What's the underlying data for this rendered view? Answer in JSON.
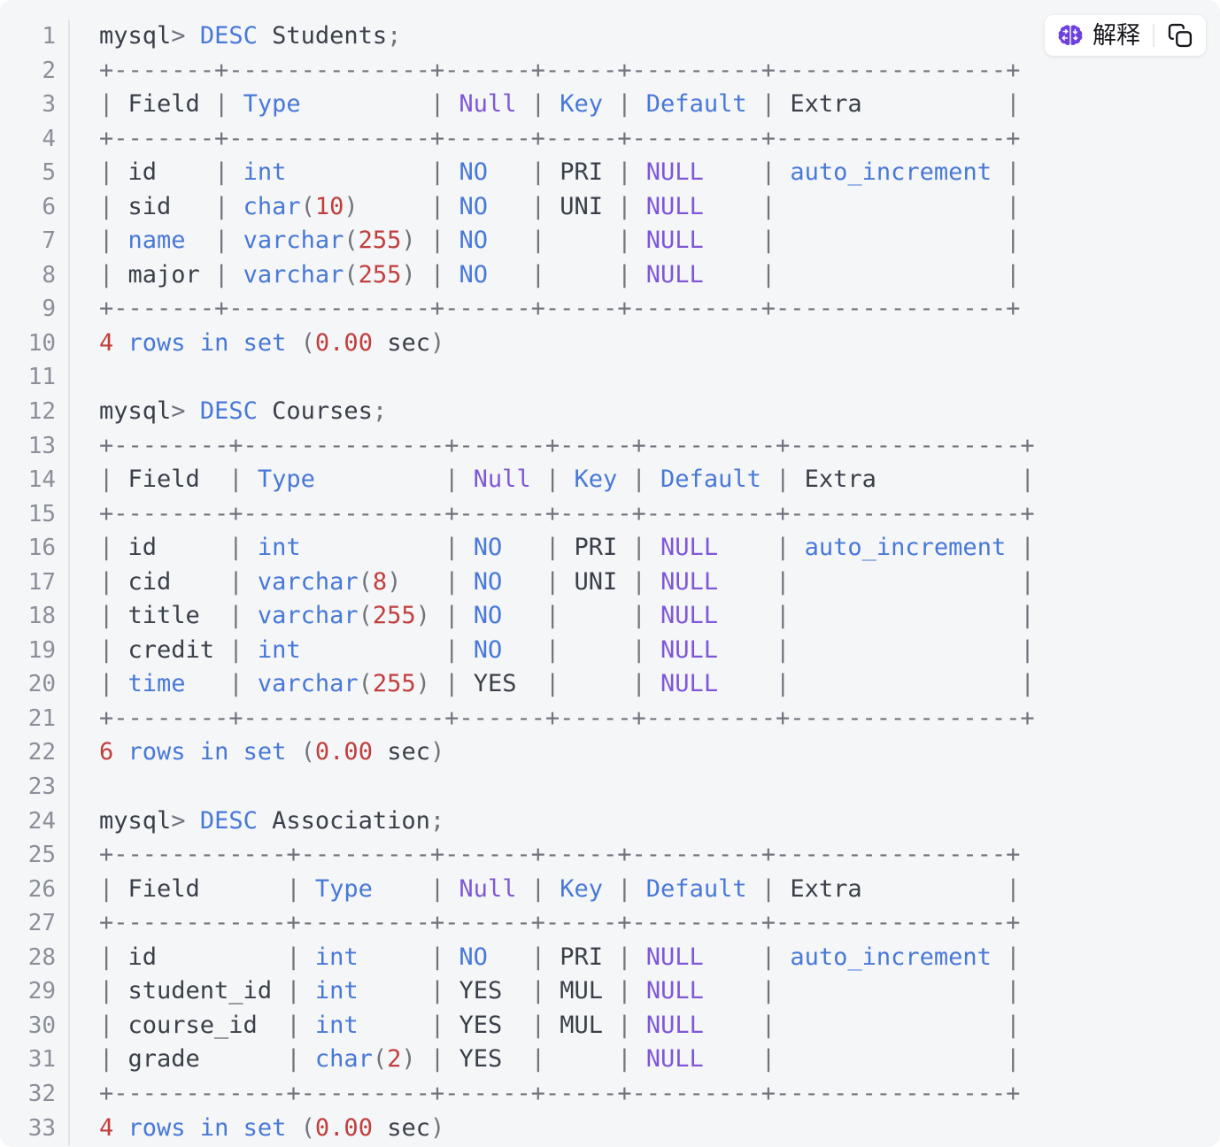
{
  "toolbar": {
    "explain_label": "解释",
    "icons": {
      "left": "brain-icon",
      "right": "copy-icon"
    }
  },
  "colors": {
    "background": "#f5f6f7",
    "line_number": "#8a8f99",
    "gutter_divider": "#e3e4e8",
    "text": "#3a4049",
    "punctuation": "#70757d",
    "keyword": "#4878d8",
    "literal": "#7e57d8",
    "number": "#c13e3e",
    "brain_icon": "#6d40e0",
    "button_text": "#15171c"
  },
  "code": {
    "language": "mysql-console",
    "lines": [
      {
        "n": "1",
        "tokens": [
          [
            "t",
            "mysql"
          ],
          [
            "p",
            ">"
          ],
          [
            "t",
            " "
          ],
          [
            "k",
            "DESC"
          ],
          [
            "t",
            " Students"
          ],
          [
            "p",
            ";"
          ]
        ]
      },
      {
        "n": "2",
        "tokens": [
          [
            "p",
            "+-------+--------------+------+-----+---------+----------------+"
          ]
        ]
      },
      {
        "n": "3",
        "tokens": [
          [
            "p",
            "| "
          ],
          [
            "t",
            "Field"
          ],
          [
            "p",
            " | "
          ],
          [
            "k",
            "Type"
          ],
          [
            "p",
            "         | "
          ],
          [
            "l",
            "Null"
          ],
          [
            "p",
            " | "
          ],
          [
            "k",
            "Key"
          ],
          [
            "p",
            " | "
          ],
          [
            "k",
            "Default"
          ],
          [
            "p",
            " | "
          ],
          [
            "t",
            "Extra"
          ],
          [
            "p",
            "          |"
          ]
        ]
      },
      {
        "n": "4",
        "tokens": [
          [
            "p",
            "+-------+--------------+------+-----+---------+----------------+"
          ]
        ]
      },
      {
        "n": "5",
        "tokens": [
          [
            "p",
            "| "
          ],
          [
            "t",
            "id"
          ],
          [
            "p",
            "    | "
          ],
          [
            "k",
            "int"
          ],
          [
            "p",
            "          | "
          ],
          [
            "k",
            "NO"
          ],
          [
            "p",
            "   | "
          ],
          [
            "t",
            "PRI"
          ],
          [
            "p",
            " | "
          ],
          [
            "l",
            "NULL"
          ],
          [
            "p",
            "    | "
          ],
          [
            "k",
            "auto_increment"
          ],
          [
            "p",
            " |"
          ]
        ]
      },
      {
        "n": "6",
        "tokens": [
          [
            "p",
            "| "
          ],
          [
            "t",
            "sid"
          ],
          [
            "p",
            "   | "
          ],
          [
            "k",
            "char"
          ],
          [
            "p",
            "("
          ],
          [
            "n",
            "10"
          ],
          [
            "p",
            ")     | "
          ],
          [
            "k",
            "NO"
          ],
          [
            "p",
            "   | "
          ],
          [
            "t",
            "UNI"
          ],
          [
            "p",
            " | "
          ],
          [
            "l",
            "NULL"
          ],
          [
            "p",
            "    |                |"
          ]
        ]
      },
      {
        "n": "7",
        "tokens": [
          [
            "p",
            "| "
          ],
          [
            "k",
            "name"
          ],
          [
            "p",
            "  | "
          ],
          [
            "k",
            "varchar"
          ],
          [
            "p",
            "("
          ],
          [
            "n",
            "255"
          ],
          [
            "p",
            ") | "
          ],
          [
            "k",
            "NO"
          ],
          [
            "p",
            "   |     | "
          ],
          [
            "l",
            "NULL"
          ],
          [
            "p",
            "    |                |"
          ]
        ]
      },
      {
        "n": "8",
        "tokens": [
          [
            "p",
            "| "
          ],
          [
            "t",
            "major"
          ],
          [
            "p",
            " | "
          ],
          [
            "k",
            "varchar"
          ],
          [
            "p",
            "("
          ],
          [
            "n",
            "255"
          ],
          [
            "p",
            ") | "
          ],
          [
            "k",
            "NO"
          ],
          [
            "p",
            "   |     | "
          ],
          [
            "l",
            "NULL"
          ],
          [
            "p",
            "    |                |"
          ]
        ]
      },
      {
        "n": "9",
        "tokens": [
          [
            "p",
            "+-------+--------------+------+-----+---------+----------------+"
          ]
        ]
      },
      {
        "n": "10",
        "tokens": [
          [
            "n",
            "4"
          ],
          [
            "t",
            " "
          ],
          [
            "k",
            "rows"
          ],
          [
            "t",
            " "
          ],
          [
            "k",
            "in"
          ],
          [
            "t",
            " "
          ],
          [
            "k",
            "set"
          ],
          [
            "t",
            " "
          ],
          [
            "p",
            "("
          ],
          [
            "n",
            "0.00"
          ],
          [
            "t",
            " sec"
          ],
          [
            "p",
            ")"
          ]
        ]
      },
      {
        "n": "11",
        "tokens": []
      },
      {
        "n": "12",
        "tokens": [
          [
            "t",
            "mysql"
          ],
          [
            "p",
            ">"
          ],
          [
            "t",
            " "
          ],
          [
            "k",
            "DESC"
          ],
          [
            "t",
            " Courses"
          ],
          [
            "p",
            ";"
          ]
        ]
      },
      {
        "n": "13",
        "tokens": [
          [
            "p",
            "+--------+--------------+------+-----+---------+----------------+"
          ]
        ]
      },
      {
        "n": "14",
        "tokens": [
          [
            "p",
            "| "
          ],
          [
            "t",
            "Field"
          ],
          [
            "p",
            "  | "
          ],
          [
            "k",
            "Type"
          ],
          [
            "p",
            "         | "
          ],
          [
            "l",
            "Null"
          ],
          [
            "p",
            " | "
          ],
          [
            "k",
            "Key"
          ],
          [
            "p",
            " | "
          ],
          [
            "k",
            "Default"
          ],
          [
            "p",
            " | "
          ],
          [
            "t",
            "Extra"
          ],
          [
            "p",
            "          |"
          ]
        ]
      },
      {
        "n": "15",
        "tokens": [
          [
            "p",
            "+--------+--------------+------+-----+---------+----------------+"
          ]
        ]
      },
      {
        "n": "16",
        "tokens": [
          [
            "p",
            "| "
          ],
          [
            "t",
            "id"
          ],
          [
            "p",
            "     | "
          ],
          [
            "k",
            "int"
          ],
          [
            "p",
            "          | "
          ],
          [
            "k",
            "NO"
          ],
          [
            "p",
            "   | "
          ],
          [
            "t",
            "PRI"
          ],
          [
            "p",
            " | "
          ],
          [
            "l",
            "NULL"
          ],
          [
            "p",
            "    | "
          ],
          [
            "k",
            "auto_increment"
          ],
          [
            "p",
            " |"
          ]
        ]
      },
      {
        "n": "17",
        "tokens": [
          [
            "p",
            "| "
          ],
          [
            "t",
            "cid"
          ],
          [
            "p",
            "    | "
          ],
          [
            "k",
            "varchar"
          ],
          [
            "p",
            "("
          ],
          [
            "n",
            "8"
          ],
          [
            "p",
            ")   | "
          ],
          [
            "k",
            "NO"
          ],
          [
            "p",
            "   | "
          ],
          [
            "t",
            "UNI"
          ],
          [
            "p",
            " | "
          ],
          [
            "l",
            "NULL"
          ],
          [
            "p",
            "    |                |"
          ]
        ]
      },
      {
        "n": "18",
        "tokens": [
          [
            "p",
            "| "
          ],
          [
            "t",
            "title"
          ],
          [
            "p",
            "  | "
          ],
          [
            "k",
            "varchar"
          ],
          [
            "p",
            "("
          ],
          [
            "n",
            "255"
          ],
          [
            "p",
            ") | "
          ],
          [
            "k",
            "NO"
          ],
          [
            "p",
            "   |     | "
          ],
          [
            "l",
            "NULL"
          ],
          [
            "p",
            "    |                |"
          ]
        ]
      },
      {
        "n": "19",
        "tokens": [
          [
            "p",
            "| "
          ],
          [
            "t",
            "credit"
          ],
          [
            "p",
            " | "
          ],
          [
            "k",
            "int"
          ],
          [
            "p",
            "          | "
          ],
          [
            "k",
            "NO"
          ],
          [
            "p",
            "   |     | "
          ],
          [
            "l",
            "NULL"
          ],
          [
            "p",
            "    |                |"
          ]
        ]
      },
      {
        "n": "20",
        "tokens": [
          [
            "p",
            "| "
          ],
          [
            "k",
            "time"
          ],
          [
            "p",
            "   | "
          ],
          [
            "k",
            "varchar"
          ],
          [
            "p",
            "("
          ],
          [
            "n",
            "255"
          ],
          [
            "p",
            ") | "
          ],
          [
            "t",
            "YES"
          ],
          [
            "p",
            "  |     | "
          ],
          [
            "l",
            "NULL"
          ],
          [
            "p",
            "    |                |"
          ]
        ]
      },
      {
        "n": "21",
        "tokens": [
          [
            "p",
            "+--------+--------------+------+-----+---------+----------------+"
          ]
        ]
      },
      {
        "n": "22",
        "tokens": [
          [
            "n",
            "6"
          ],
          [
            "t",
            " "
          ],
          [
            "k",
            "rows"
          ],
          [
            "t",
            " "
          ],
          [
            "k",
            "in"
          ],
          [
            "t",
            " "
          ],
          [
            "k",
            "set"
          ],
          [
            "t",
            " "
          ],
          [
            "p",
            "("
          ],
          [
            "n",
            "0.00"
          ],
          [
            "t",
            " sec"
          ],
          [
            "p",
            ")"
          ]
        ]
      },
      {
        "n": "23",
        "tokens": []
      },
      {
        "n": "24",
        "tokens": [
          [
            "t",
            "mysql"
          ],
          [
            "p",
            ">"
          ],
          [
            "t",
            " "
          ],
          [
            "k",
            "DESC"
          ],
          [
            "t",
            " Association"
          ],
          [
            "p",
            ";"
          ]
        ]
      },
      {
        "n": "25",
        "tokens": [
          [
            "p",
            "+------------+---------+------+-----+---------+----------------+"
          ]
        ]
      },
      {
        "n": "26",
        "tokens": [
          [
            "p",
            "| "
          ],
          [
            "t",
            "Field"
          ],
          [
            "p",
            "      | "
          ],
          [
            "k",
            "Type"
          ],
          [
            "p",
            "    | "
          ],
          [
            "l",
            "Null"
          ],
          [
            "p",
            " | "
          ],
          [
            "k",
            "Key"
          ],
          [
            "p",
            " | "
          ],
          [
            "k",
            "Default"
          ],
          [
            "p",
            " | "
          ],
          [
            "t",
            "Extra"
          ],
          [
            "p",
            "          |"
          ]
        ]
      },
      {
        "n": "27",
        "tokens": [
          [
            "p",
            "+------------+---------+------+-----+---------+----------------+"
          ]
        ]
      },
      {
        "n": "28",
        "tokens": [
          [
            "p",
            "| "
          ],
          [
            "t",
            "id"
          ],
          [
            "p",
            "         | "
          ],
          [
            "k",
            "int"
          ],
          [
            "p",
            "     | "
          ],
          [
            "k",
            "NO"
          ],
          [
            "p",
            "   | "
          ],
          [
            "t",
            "PRI"
          ],
          [
            "p",
            " | "
          ],
          [
            "l",
            "NULL"
          ],
          [
            "p",
            "    | "
          ],
          [
            "k",
            "auto_increment"
          ],
          [
            "p",
            " |"
          ]
        ]
      },
      {
        "n": "29",
        "tokens": [
          [
            "p",
            "| "
          ],
          [
            "t",
            "student_id"
          ],
          [
            "p",
            " | "
          ],
          [
            "k",
            "int"
          ],
          [
            "p",
            "     | "
          ],
          [
            "t",
            "YES"
          ],
          [
            "p",
            "  | "
          ],
          [
            "t",
            "MUL"
          ],
          [
            "p",
            " | "
          ],
          [
            "l",
            "NULL"
          ],
          [
            "p",
            "    |                |"
          ]
        ]
      },
      {
        "n": "30",
        "tokens": [
          [
            "p",
            "| "
          ],
          [
            "t",
            "course_id"
          ],
          [
            "p",
            "  | "
          ],
          [
            "k",
            "int"
          ],
          [
            "p",
            "     | "
          ],
          [
            "t",
            "YES"
          ],
          [
            "p",
            "  | "
          ],
          [
            "t",
            "MUL"
          ],
          [
            "p",
            " | "
          ],
          [
            "l",
            "NULL"
          ],
          [
            "p",
            "    |                |"
          ]
        ]
      },
      {
        "n": "31",
        "tokens": [
          [
            "p",
            "| "
          ],
          [
            "t",
            "grade"
          ],
          [
            "p",
            "      | "
          ],
          [
            "k",
            "char"
          ],
          [
            "p",
            "("
          ],
          [
            "n",
            "2"
          ],
          [
            "p",
            ") | "
          ],
          [
            "t",
            "YES"
          ],
          [
            "p",
            "  |     | "
          ],
          [
            "l",
            "NULL"
          ],
          [
            "p",
            "    |                |"
          ]
        ]
      },
      {
        "n": "32",
        "tokens": [
          [
            "p",
            "+------------+---------+------+-----+---------+----------------+"
          ]
        ]
      },
      {
        "n": "33",
        "tokens": [
          [
            "n",
            "4"
          ],
          [
            "t",
            " "
          ],
          [
            "k",
            "rows"
          ],
          [
            "t",
            " "
          ],
          [
            "k",
            "in"
          ],
          [
            "t",
            " "
          ],
          [
            "k",
            "set"
          ],
          [
            "t",
            " "
          ],
          [
            "p",
            "("
          ],
          [
            "n",
            "0.00"
          ],
          [
            "t",
            " sec"
          ],
          [
            "p",
            ")"
          ]
        ]
      }
    ]
  }
}
